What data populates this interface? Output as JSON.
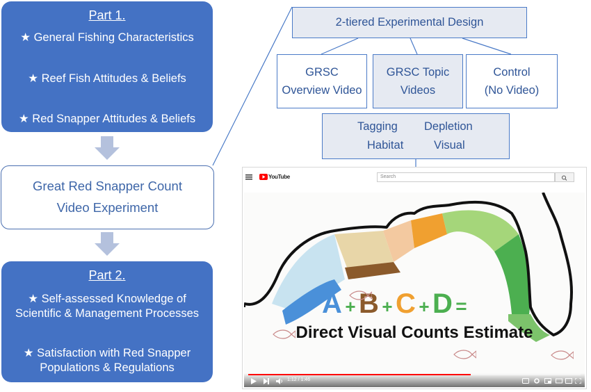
{
  "part1": {
    "title": "Part 1.",
    "items": [
      "★ General Fishing Characteristics",
      "★ Reef Fish Attitudes & Beliefs",
      "★ Red Snapper Attitudes & Beliefs"
    ]
  },
  "experiment": {
    "line1": "Great Red Snapper Count",
    "line2": "Video Experiment"
  },
  "part2": {
    "title": "Part 2.",
    "item1_line1": "★ Self-assessed Knowledge of",
    "item1_line2": "Scientific & Management Processes",
    "item2_line1": "★ Satisfaction with Red Snapper",
    "item2_line2": "Populations & Regulations"
  },
  "design": {
    "title": "2-tiered Experimental Design",
    "options": [
      {
        "line1": "GRSC",
        "line2": "Overview Video"
      },
      {
        "line1": "GRSC Topic",
        "line2": "Videos"
      },
      {
        "line1": "Control",
        "line2": "(No Video)"
      }
    ],
    "topics": [
      "Tagging",
      "Depletion",
      "Habitat",
      "Visual"
    ]
  },
  "youtube": {
    "brand": "YouTube",
    "search_placeholder": "Search",
    "formula": [
      "A",
      "+",
      "B",
      "+",
      "C",
      "+",
      "D",
      "="
    ],
    "caption": "Direct Visual Counts Estimate",
    "time": "1:12 / 1:46",
    "colors": {
      "A": "#4a90d9",
      "B": "#8b5a2b",
      "C": "#f0a030",
      "D": "#4caf50",
      "progress": "#ff0000"
    }
  }
}
